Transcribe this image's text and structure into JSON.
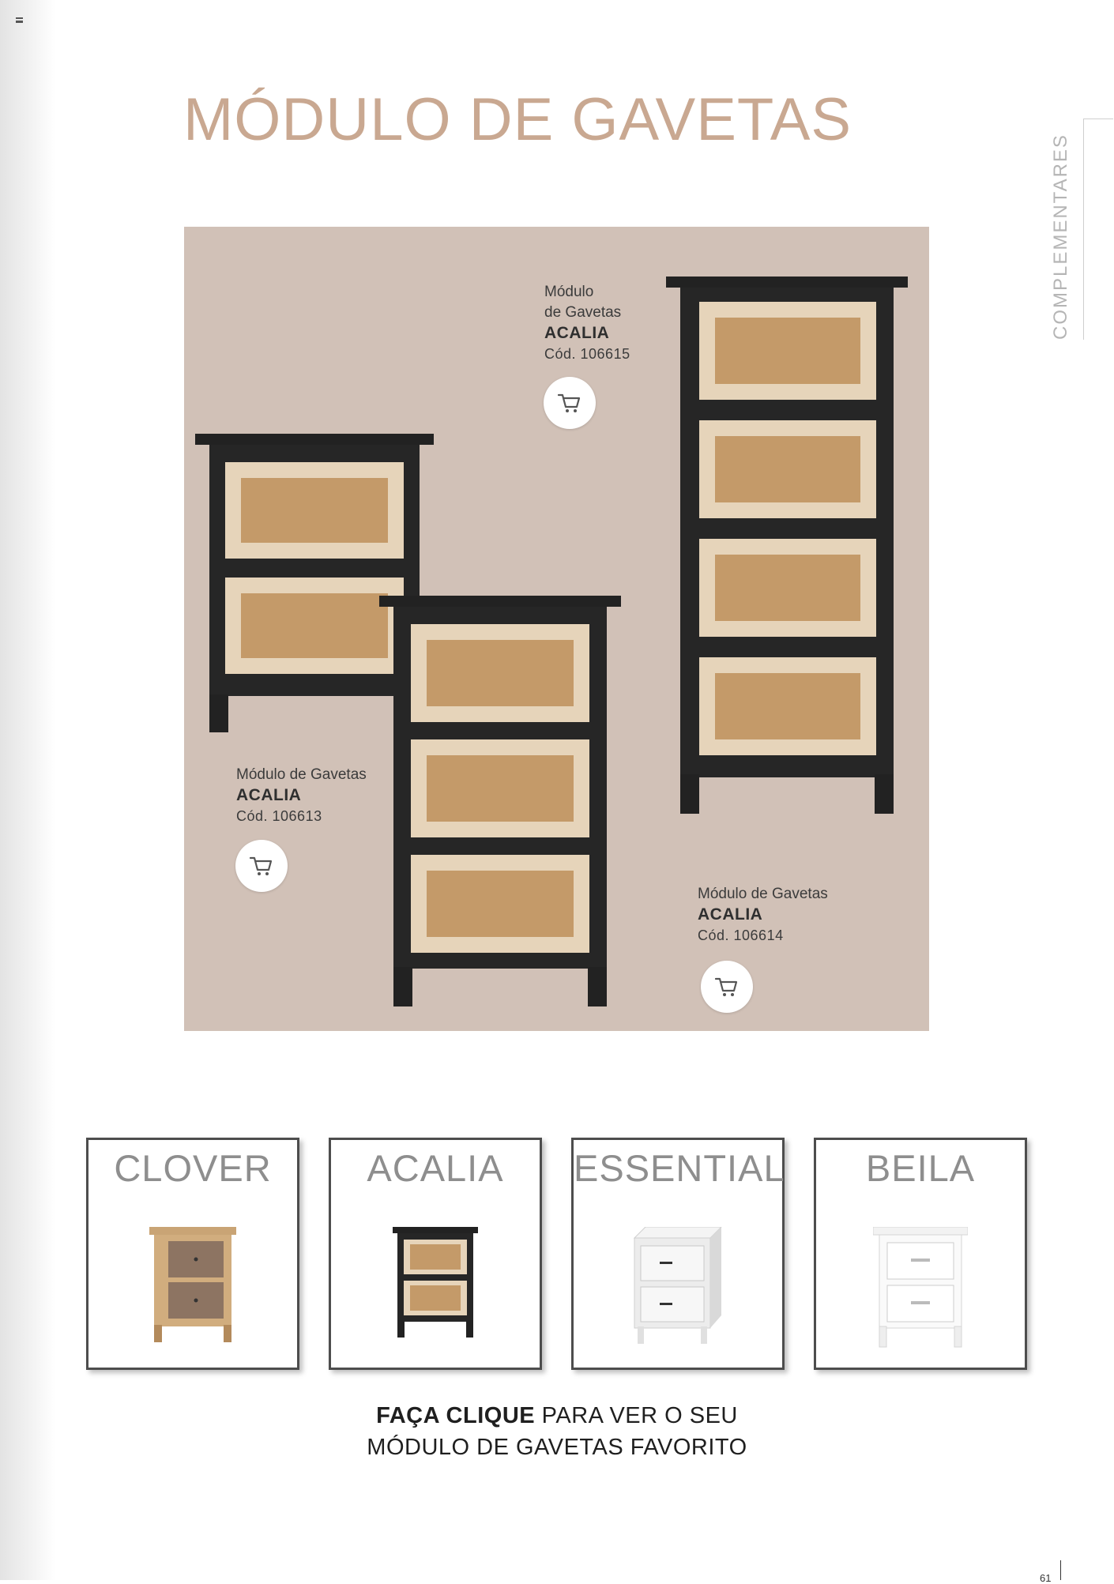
{
  "page": {
    "title": "MÓDULO DE GAVETAS",
    "section": "COMPLEMENTARES",
    "page_number": "61"
  },
  "products": [
    {
      "line1": "Módulo",
      "line2": "de Gavetas",
      "name": "ACALIA",
      "code": "Cód. 106615",
      "drawers": 4
    },
    {
      "line1": "Módulo de Gavetas",
      "name": "ACALIA",
      "code": "Cód. 106613",
      "drawers": 2
    },
    {
      "line1": "Módulo de Gavetas",
      "name": "ACALIA",
      "code": "Cód. 106614",
      "drawers": 3
    }
  ],
  "categories": [
    {
      "label": "CLOVER"
    },
    {
      "label": "ACALIA"
    },
    {
      "label": "ESSENTIAL"
    },
    {
      "label": "BEILA"
    }
  ],
  "cta": {
    "bold": "FAÇA CLIQUE",
    "rest": " PARA VER O SEU",
    "line2": "MÓDULO DE GAVETAS FAVORITO"
  },
  "colors": {
    "title": "#c9a891",
    "hero_bg": "#d1c1b7",
    "frame": "#222222",
    "rattan": "#c9a274",
    "drawer_wood": "#e8d6bd"
  },
  "icons": [
    "menu-icon",
    "cart-icon"
  ]
}
